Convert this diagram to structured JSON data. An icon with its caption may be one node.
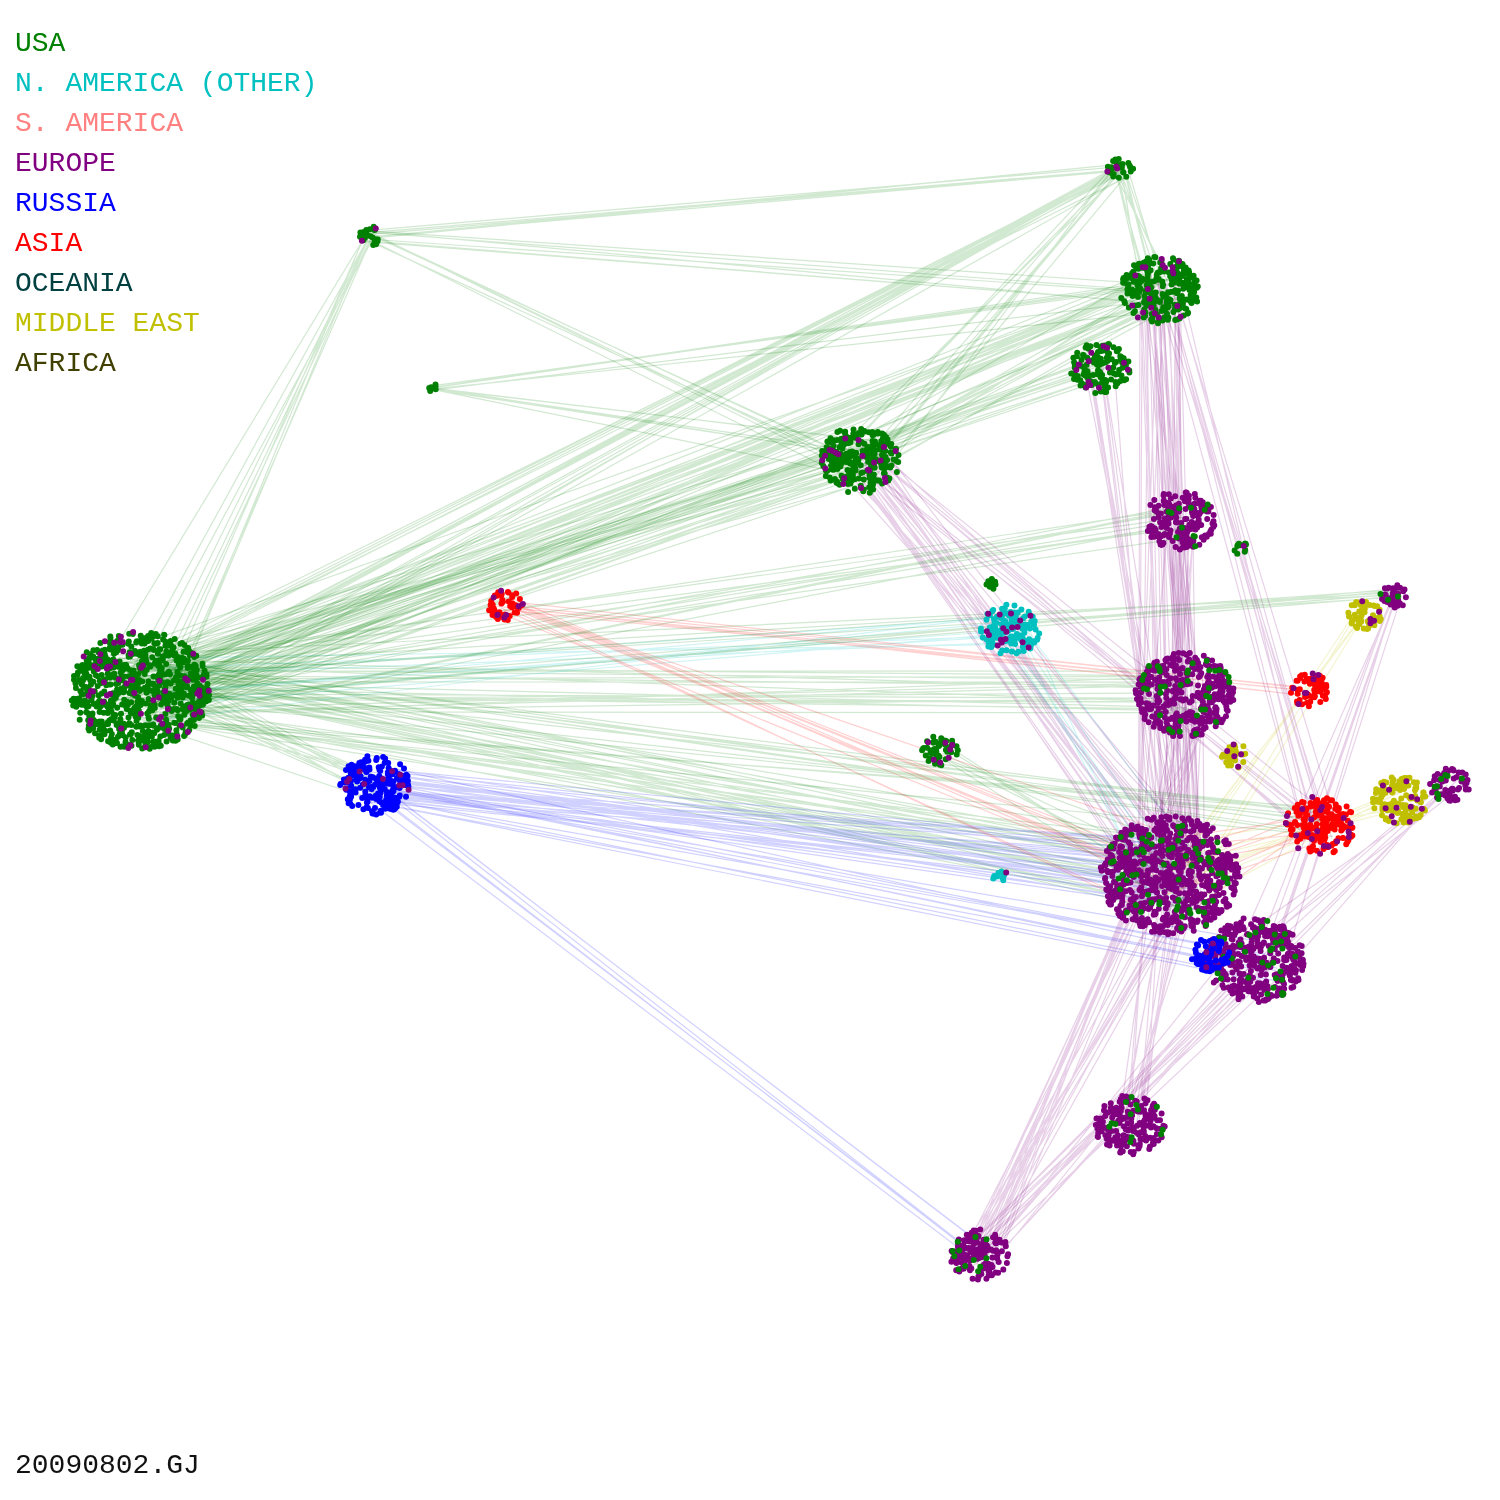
{
  "diagram": {
    "labels": [
      "20090802.GJ"
    ],
    "legend": [
      {
        "text": "USA",
        "color": "#008000"
      },
      {
        "text": "N. AMERICA (OTHER)",
        "color": "#00c0c0"
      },
      {
        "text": "S. AMERICA",
        "color": "#ff8080"
      },
      {
        "text": "EUROPE",
        "color": "#800080"
      },
      {
        "text": "RUSSIA",
        "color": "#0000ff"
      },
      {
        "text": "ASIA",
        "color": "#ff0000"
      },
      {
        "text": "OCEANIA",
        "color": "#004040"
      },
      {
        "text": "MIDDLE EAST",
        "color": "#c0c000"
      },
      {
        "text": "AFRICA",
        "color": "#404000"
      }
    ]
  }
}
